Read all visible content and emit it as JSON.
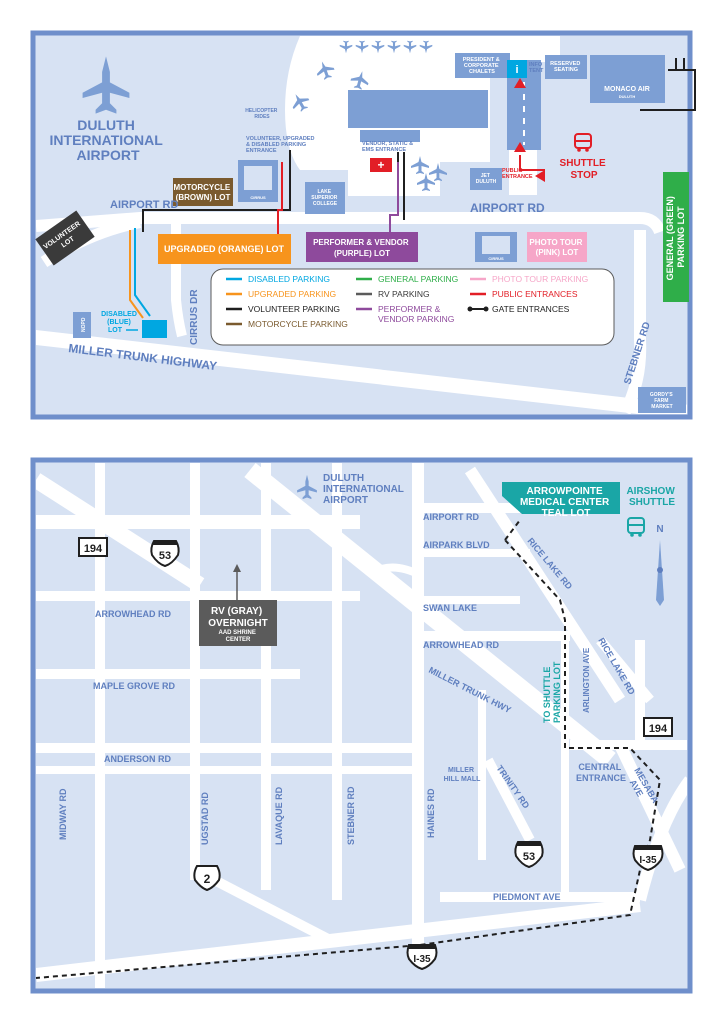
{
  "colors": {
    "frame": "#6f8fcb",
    "map_bg": "#d7e2f3",
    "road": "#ffffff",
    "building": "#7d9fd4",
    "label": "#5f7fbf",
    "orange": "#f7941d",
    "brown": "#7a5a2e",
    "purple": "#8e4a9c",
    "green": "#2fae49",
    "pink": "#f6a6c8",
    "gray": "#5b5b5b",
    "red": "#e21e26",
    "blue": "#00a7e1",
    "teal": "#1aa6a6",
    "dark": "#1f1f1f"
  },
  "top_map": {
    "airport_name": [
      "DULUTH",
      "INTERNATIONAL",
      "AIRPORT"
    ],
    "roads": {
      "airport_rd_left": "AIRPORT RD",
      "airport_rd_right": "AIRPORT RD",
      "cirrus_dr": "CIRRUS DR",
      "miller_trunk": "MILLER TRUNK HIGHWAY",
      "stebner": "STEBNER RD"
    },
    "lots": {
      "motorcycle": [
        "MOTORCYCLE",
        "(BROWN) LOT"
      ],
      "upgraded": "UPGRADED (ORANGE) LOT",
      "performer": [
        "PERFORMER  & VENDOR",
        "(PURPLE) LOT"
      ],
      "volunteer": [
        "VOLUNTEER",
        "LOT"
      ],
      "disabled": [
        "DISABLED",
        "(BLUE)",
        "LOT"
      ],
      "photo_tour": [
        "PHOTO TOUR",
        "(PINK) LOT"
      ],
      "general": [
        "GENERAL (GREEN)",
        "PARKING LOT"
      ]
    },
    "places": {
      "helicopter": [
        "HELICOPTER",
        "RIDES"
      ],
      "volunteer_entrance": [
        "VOLUNTEER, UPGRADED",
        "& DISABLED PARKING",
        "ENTRANCE"
      ],
      "vendor_entrance": [
        "VENDOR, STATIC &",
        "EMS ENTRANCE"
      ],
      "lake_superior": [
        "LAKE",
        "SUPERIOR",
        "COLLEGE"
      ],
      "president": [
        "PRESIDENT &",
        "CORPORATE",
        "CHALETS"
      ],
      "info": [
        "INFO",
        "TENT"
      ],
      "reserved": [
        "RESERVED",
        "SEATING"
      ],
      "monaco": "MONACO AIR",
      "monaco_sub": "DULUTH",
      "jet": [
        "JET",
        "DULUTH"
      ],
      "public_entrance": [
        "PUBLIC",
        "ENTRANCE"
      ],
      "shuttle_stop": [
        "SHUTTLE",
        "STOP"
      ],
      "gordys": [
        "GORDY'S",
        "FARM",
        "MARKET"
      ],
      "nopd": "NOPD",
      "cirrus": "CIRRUS"
    },
    "legend": [
      {
        "label": "DISABLED PARKING",
        "color": "#00a7e1",
        "kind": "line"
      },
      {
        "label": "UPGRADED PARKING",
        "color": "#f7941d",
        "kind": "line"
      },
      {
        "label": "VOLUNTEER PARKING",
        "color": "#1f1f1f",
        "kind": "line"
      },
      {
        "label": "MOTORCYCLE PARKING",
        "color": "#7a5a2e",
        "kind": "line"
      },
      {
        "label": "GENERAL PARKING",
        "color": "#2fae49",
        "kind": "line"
      },
      {
        "label": "RV PARKING",
        "color": "#5b5b5b",
        "kind": "line"
      },
      {
        "label": "PERFORMER &",
        "label2": "VENDOR PARKING",
        "color": "#8e4a9c",
        "kind": "line"
      },
      {
        "label": "PHOTO TOUR PARKING",
        "color": "#f6a6c8",
        "kind": "line"
      },
      {
        "label": "PUBLIC ENTRANCES",
        "color": "#e21e26",
        "kind": "line"
      },
      {
        "label": "GATE ENTRANCES",
        "color": "#1f1f1f",
        "kind": "gate"
      }
    ]
  },
  "bottom_map": {
    "airport_name": [
      "DULUTH",
      "INTERNATIONAL",
      "AIRPORT"
    ],
    "teal_lot": [
      "ARROWPOINTE",
      "MEDICAL CENTER",
      "TEAL LOT"
    ],
    "airshow_shuttle": [
      "AIRSHOW",
      "SHUTTLE"
    ],
    "north": "N",
    "rv_lot": [
      "RV (GRAY)",
      "OVERNIGHT"
    ],
    "rv_sub": [
      "AAD SHRINE",
      "CENTER"
    ],
    "shuttle_route": [
      "TO SHUTTLE",
      "PARKING LOT"
    ],
    "shields": {
      "r194_left": "194",
      "r194_right": "194",
      "us53_top": "53",
      "us53_bottom": "53",
      "us2": "2",
      "i35_right": "I-35",
      "i35_bottom": "I-35"
    },
    "streets": {
      "airport_rd": "AIRPORT RD",
      "airpark": "AIRPARK BLVD",
      "swan_lake": "SWAN LAKE",
      "arrowhead_left": "ARROWHEAD RD",
      "arrowhead_right": "ARROWHEAD RD",
      "maple_grove": "MAPLE GROVE RD",
      "anderson": "ANDERSON RD",
      "miller_trunk": "MILLER TRUNK HWY",
      "rice_lake_1": "RICE LAKE RD",
      "rice_lake_2": "RICE LAKE RD",
      "arlington": "ARLINGTON AVE",
      "trinity": "TRINITY RD",
      "central": [
        "CENTRAL",
        "ENTRANCE"
      ],
      "mesaba": [
        "MESABA",
        "AVE"
      ],
      "miller_hill": [
        "MILLER",
        "HILL MALL"
      ],
      "piedmont": "PIEDMONT AVE",
      "midway": "MIDWAY RD",
      "ugstad": "UGSTAD RD",
      "lavaque": "LAVAQUE RD",
      "stebner": "STEBNER RD",
      "haines": "HAINES RD"
    }
  }
}
